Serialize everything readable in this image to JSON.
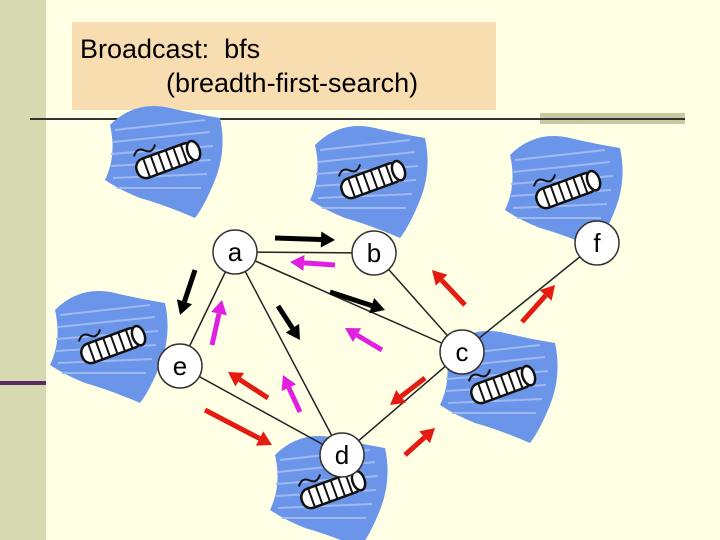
{
  "title": {
    "line1": "Broadcast:  bfs",
    "line2": "(breadth-first-search)"
  },
  "nodes": [
    {
      "id": "a",
      "label": "a"
    },
    {
      "id": "b",
      "label": "b"
    },
    {
      "id": "c",
      "label": "c"
    },
    {
      "id": "d",
      "label": "d"
    },
    {
      "id": "e",
      "label": "e"
    },
    {
      "id": "f",
      "label": "f"
    }
  ],
  "edges": [
    {
      "from": "a",
      "to": "b"
    },
    {
      "from": "a",
      "to": "e"
    },
    {
      "from": "a",
      "to": "c"
    },
    {
      "from": "a",
      "to": "d"
    },
    {
      "from": "b",
      "to": "c"
    },
    {
      "from": "e",
      "to": "d"
    },
    {
      "from": "d",
      "to": "c"
    },
    {
      "from": "c",
      "to": "f"
    }
  ],
  "colors": {
    "node_fill": "#ffffff",
    "node_stroke": "#333333",
    "edge": "#222222",
    "arrow_black": "#000000",
    "arrow_magenta": "#e020e0",
    "arrow_red": "#e41b10",
    "scroll_wave": "#6b95e8",
    "scroll_body": "#ffffff",
    "title_box": "#f8ddb0",
    "left_band": "#d7dab0"
  },
  "icons": [
    "message-scroll-icon"
  ]
}
